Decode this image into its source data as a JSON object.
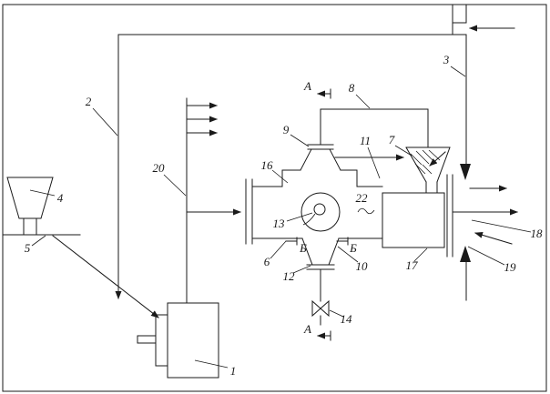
{
  "diagram": {
    "type": "engineering-process-schematic",
    "background": "#ffffff",
    "line_color": "#1a1a1a"
  },
  "labels": {
    "p1": "1",
    "p2": "2",
    "p3": "3",
    "p4": "4",
    "p5": "5",
    "p6": "6",
    "p7": "7",
    "p8": "8",
    "p9": "9",
    "p10": "10",
    "p11": "11",
    "p12": "12",
    "p13": "13",
    "p14": "14",
    "p16": "16",
    "p17": "17",
    "p18": "18",
    "p19": "19",
    "p20": "20",
    "p22": "22",
    "section_a": "А",
    "section_b": "Б"
  }
}
